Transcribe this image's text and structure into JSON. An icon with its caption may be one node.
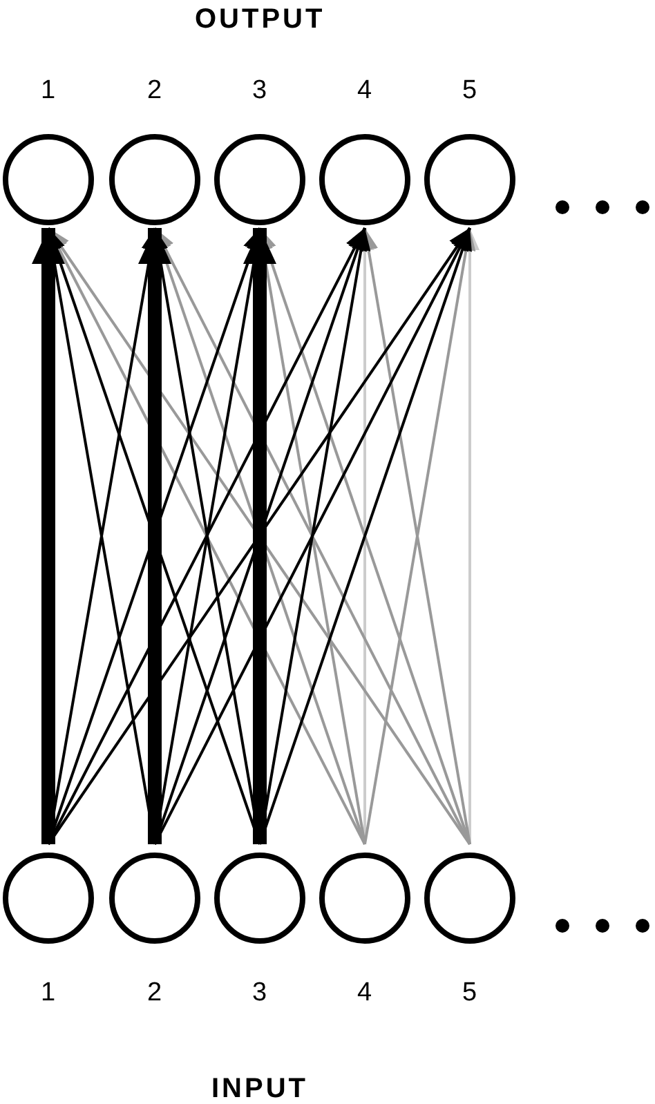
{
  "diagram": {
    "nodes": [
      {
        "text": [],
        "shape": "circle",
        "beside": [
          "1"
        ]
      },
      {
        "text": [],
        "shape": "circle",
        "beside": [
          "2"
        ]
      },
      {
        "text": [],
        "shape": "circle",
        "beside": [
          "3"
        ]
      },
      {
        "text": [],
        "shape": "circle",
        "beside": [
          "4"
        ]
      },
      {
        "text": [],
        "shape": "circle",
        "beside": [
          "5"
        ]
      },
      {
        "text": [],
        "shape": "circle",
        "beside": [
          "1"
        ]
      },
      {
        "text": [],
        "shape": "circle",
        "beside": [
          "2"
        ]
      },
      {
        "text": [],
        "shape": "circle",
        "beside": [
          "3"
        ]
      },
      {
        "text": [],
        "shape": "circle",
        "beside": [
          "4"
        ]
      },
      {
        "text": [],
        "shape": "circle",
        "beside": [
          "5"
        ]
      }
    ],
    "edges": [
      {
        "from": 5,
        "to": 0,
        "arrow": "to",
        "style": "thick"
      },
      {
        "from": 5,
        "to": 1,
        "arrow": "to"
      },
      {
        "from": 5,
        "to": 2,
        "arrow": "to"
      },
      {
        "from": 5,
        "to": 3,
        "arrow": "to"
      },
      {
        "from": 5,
        "to": 4,
        "arrow": "to"
      },
      {
        "from": 6,
        "to": 0,
        "arrow": "to"
      },
      {
        "from": 6,
        "to": 1,
        "arrow": "to",
        "style": "thick"
      },
      {
        "from": 6,
        "to": 2,
        "arrow": "to"
      },
      {
        "from": 6,
        "to": 3,
        "arrow": "to"
      },
      {
        "from": 6,
        "to": 4,
        "arrow": "to"
      },
      {
        "from": 7,
        "to": 0,
        "arrow": "to"
      },
      {
        "from": 7,
        "to": 1,
        "arrow": "to"
      },
      {
        "from": 7,
        "to": 2,
        "arrow": "to",
        "style": "thick"
      },
      {
        "from": 7,
        "to": 3,
        "arrow": "to"
      },
      {
        "from": 7,
        "to": 4,
        "arrow": "to"
      },
      {
        "from": 8,
        "to": 0,
        "arrow": "to",
        "color": "#999999"
      },
      {
        "from": 8,
        "to": 1,
        "arrow": "to",
        "color": "#999999"
      },
      {
        "from": 8,
        "to": 2,
        "arrow": "to",
        "color": "#999999"
      },
      {
        "from": 8,
        "to": 3,
        "arrow": "to",
        "color": "#cccccc"
      },
      {
        "from": 8,
        "to": 4,
        "arrow": "to",
        "color": "#999999"
      },
      {
        "from": 9,
        "to": 0,
        "arrow": "to",
        "color": "#999999"
      },
      {
        "from": 9,
        "to": 1,
        "arrow": "to",
        "color": "#999999"
      },
      {
        "from": 9,
        "to": 2,
        "arrow": "to",
        "color": "#999999"
      },
      {
        "from": 9,
        "to": 3,
        "arrow": "to",
        "color": "#999999"
      },
      {
        "from": 9,
        "to": 4,
        "arrow": "to",
        "color": "#cccccc"
      }
    ],
    "labels": [
      "OUTPUT",
      "INPUT"
    ]
  }
}
